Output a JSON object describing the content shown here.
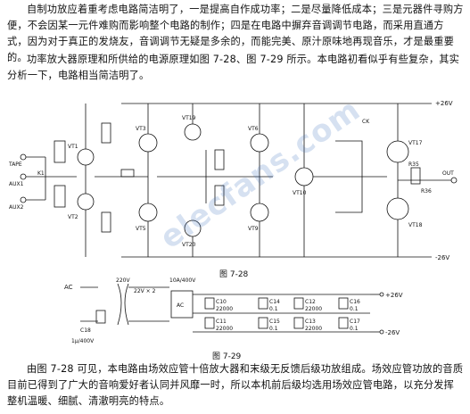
{
  "text": {
    "p1": "自制功放应着重考虑电路简洁明了，一是提高自作成功率；二是尽量降低成本；三是元器件寻购方便，不会因某一元件难购而影响整个电路的制作；四是在电路中摒弃音调调节电路，而采用直通方式，因为对于真正的发烧友，音调调节无疑是多余的，而能完美、原汁原味地再现音乐，才是最重要的。",
    "p2": "功率放大器原理和所供给的电源原理如图 7-28、图 7-29 所示。本电路初看似乎有些复杂，其实分析一下，电路相当简洁明了。",
    "p3": "由图 7-28 可见，本电路由场效应管十倍放大器和末级无反馈后级功放组成。场效应管功放的音质目前已得到了广大的音响爱好者认同并风靡一时，所以本机前后级均选用场效应管电路，以充分发挥整机温暖、细腻、清澈明亮的特点。",
    "fig1_caption": "图   7-28",
    "fig2_caption": "图   7-29",
    "watermark": "elecfans.com"
  },
  "fig1": {
    "tape": "TAPE",
    "aux1": "AUX1",
    "aux2": "AUX2",
    "plus26": "+26V",
    "minus26": "-26V",
    "out": "OUT",
    "vt17": "VT17",
    "vt18": "VT18",
    "vt3": "VT3",
    "vt5": "VT5",
    "vt6": "VT6",
    "vt19": "VT19",
    "vt20": "VT20",
    "vt9": "VT9",
    "vt10": "VT10",
    "r35": "R35",
    "r36": "R36",
    "k1": "K1",
    "ck": "CK",
    "vt1": "VT1",
    "vt2": "VT2"
  },
  "fig2": {
    "ac": "AC",
    "v220": "220V",
    "v22": "22V × 2",
    "fuse": "10A/400V",
    "c18": "C18",
    "c18v": "1μ/400V",
    "c10": "C10",
    "c11": "C11",
    "c12": "C12",
    "c13": "C13",
    "c14": "C14",
    "c15": "C15",
    "c16": "C16",
    "c17": "C17",
    "cap22000": "22000",
    "cap01": "0.1",
    "plus26": "+26V",
    "minus26": "-26V"
  }
}
